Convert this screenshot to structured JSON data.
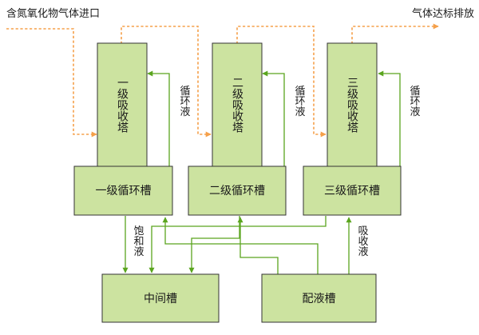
{
  "colors": {
    "box_fill": "#cce3a0",
    "box_border": "#333333",
    "gas_flow": "#f5a04a",
    "liquid_flow": "#5aa51e",
    "text": "#1a1a1a"
  },
  "labels": {
    "gas_inlet": "含氮氧化物气体进口",
    "gas_outlet": "气体达标排放"
  },
  "towers": [
    {
      "name": "一级吸收塔"
    },
    {
      "name": "二级吸收塔"
    },
    {
      "name": "三级吸收塔"
    }
  ],
  "tanks": [
    {
      "name": "一级循环槽"
    },
    {
      "name": "二级循环槽"
    },
    {
      "name": "三级循环槽"
    }
  ],
  "recycle_label": "循环液",
  "saturated_label": "饱和液",
  "absorbent_label": "吸收液",
  "middle_tank": "中间槽",
  "mixing_tank": "配液槽"
}
